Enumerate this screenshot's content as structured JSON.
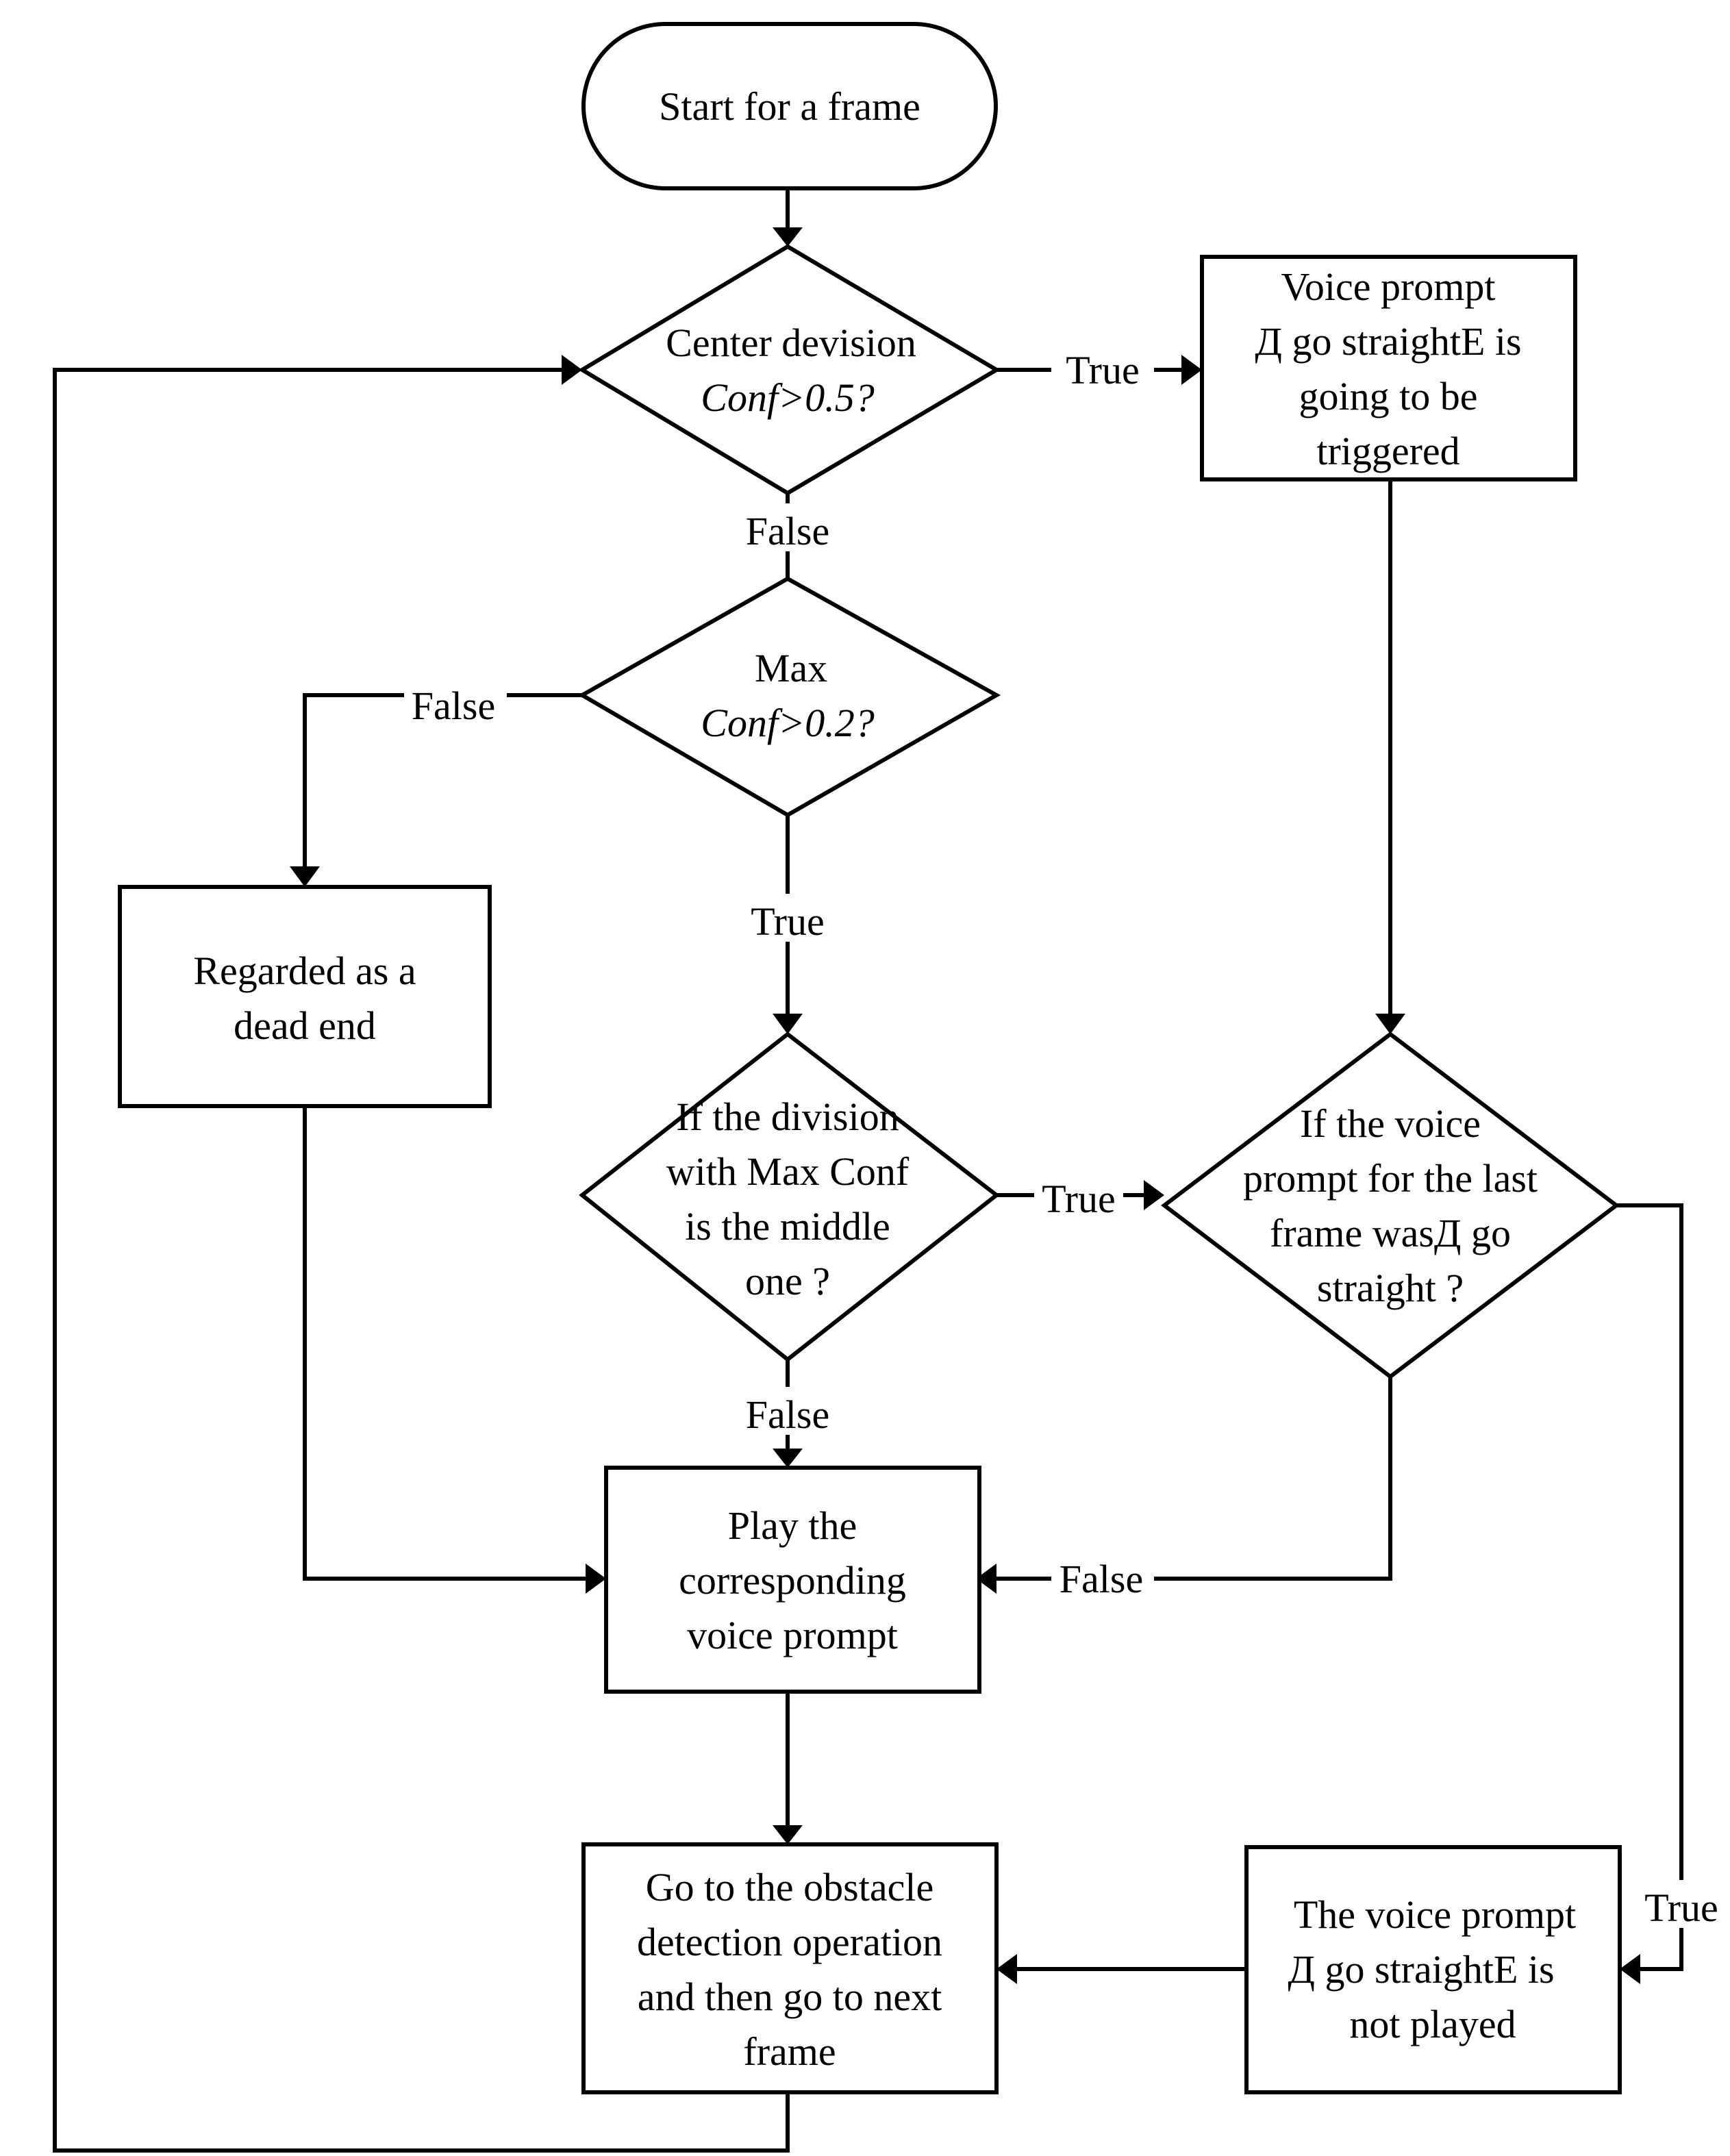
{
  "nodes": {
    "start": {
      "lines": [
        "Start for a frame"
      ]
    },
    "center_decision": {
      "lines": [
        "Center devision",
        "Conf>0.5?"
      ]
    },
    "voice_straight": {
      "lines": [
        "Voice prompt",
        "Д go straightE  is",
        "going to be",
        "triggered"
      ]
    },
    "max_decision": {
      "lines": [
        "Max",
        "Conf>0.2?"
      ]
    },
    "dead_end": {
      "lines": [
        "Regarded as a",
        "dead end"
      ]
    },
    "middle_decision": {
      "lines": [
        "If the division",
        "with Max Conf",
        "is the middle",
        "one ?"
      ]
    },
    "last_prompt_decision": {
      "lines": [
        "If the voice",
        "prompt for the last",
        "frame wasД go",
        "straight ?"
      ]
    },
    "play_prompt": {
      "lines": [
        "Play the",
        "corresponding",
        "voice prompt"
      ]
    },
    "obstacle": {
      "lines": [
        "Go to the obstacle",
        "detection operation",
        "and then go to next",
        "frame"
      ]
    },
    "not_played": {
      "lines": [
        "The voice prompt",
        "Д go straightE   is",
        "not played"
      ]
    }
  },
  "edge_labels": {
    "center_true": "True",
    "center_false": "False",
    "max_false": "False",
    "max_true": "True",
    "middle_true": "True",
    "middle_false": "False",
    "last_false": "False",
    "last_true": "True"
  }
}
